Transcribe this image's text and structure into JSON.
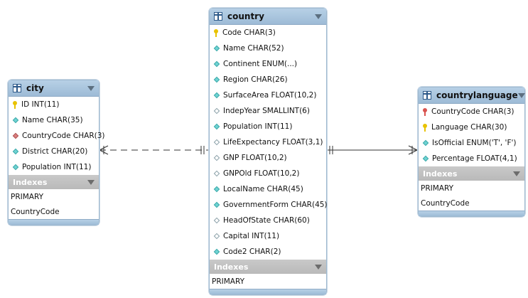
{
  "tables": {
    "city": {
      "title": "city",
      "columns": [
        {
          "label": "ID INT(11)",
          "icon": "pk"
        },
        {
          "label": "Name CHAR(35)",
          "icon": "filled"
        },
        {
          "label": "CountryCode CHAR(3)",
          "icon": "red"
        },
        {
          "label": "District CHAR(20)",
          "icon": "filled"
        },
        {
          "label": "Population INT(11)",
          "icon": "filled"
        }
      ],
      "indexes_label": "Indexes",
      "indexes": [
        "PRIMARY",
        "CountryCode"
      ]
    },
    "country": {
      "title": "country",
      "columns": [
        {
          "label": "Code CHAR(3)",
          "icon": "pk"
        },
        {
          "label": "Name CHAR(52)",
          "icon": "filled"
        },
        {
          "label": "Continent ENUM(...)",
          "icon": "filled"
        },
        {
          "label": "Region CHAR(26)",
          "icon": "filled"
        },
        {
          "label": "SurfaceArea FLOAT(10,2)",
          "icon": "filled"
        },
        {
          "label": "IndepYear SMALLINT(6)",
          "icon": "hollow"
        },
        {
          "label": "Population INT(11)",
          "icon": "filled"
        },
        {
          "label": "LifeExpectancy FLOAT(3,1)",
          "icon": "hollow"
        },
        {
          "label": "GNP FLOAT(10,2)",
          "icon": "hollow"
        },
        {
          "label": "GNPOld FLOAT(10,2)",
          "icon": "hollow"
        },
        {
          "label": "LocalName CHAR(45)",
          "icon": "filled"
        },
        {
          "label": "GovernmentForm CHAR(45)",
          "icon": "filled"
        },
        {
          "label": "HeadOfState CHAR(60)",
          "icon": "hollow"
        },
        {
          "label": "Capital INT(11)",
          "icon": "hollow"
        },
        {
          "label": "Code2 CHAR(2)",
          "icon": "filled"
        }
      ],
      "indexes_label": "Indexes",
      "indexes": [
        "PRIMARY"
      ]
    },
    "countrylanguage": {
      "title": "countrylanguage",
      "columns": [
        {
          "label": "CountryCode CHAR(3)",
          "icon": "fk"
        },
        {
          "label": "Language CHAR(30)",
          "icon": "pk"
        },
        {
          "label": "IsOfficial ENUM('T', 'F')",
          "icon": "filled"
        },
        {
          "label": "Percentage FLOAT(4,1)",
          "icon": "filled"
        }
      ],
      "indexes_label": "Indexes",
      "indexes": [
        "PRIMARY",
        "CountryCode"
      ]
    }
  },
  "colors": {
    "header": "#9dbbd6",
    "connector": "#333333",
    "pk_key": "#e8c200",
    "fk_key": "#d9534f",
    "column_diamond": "#6fd3d3"
  }
}
